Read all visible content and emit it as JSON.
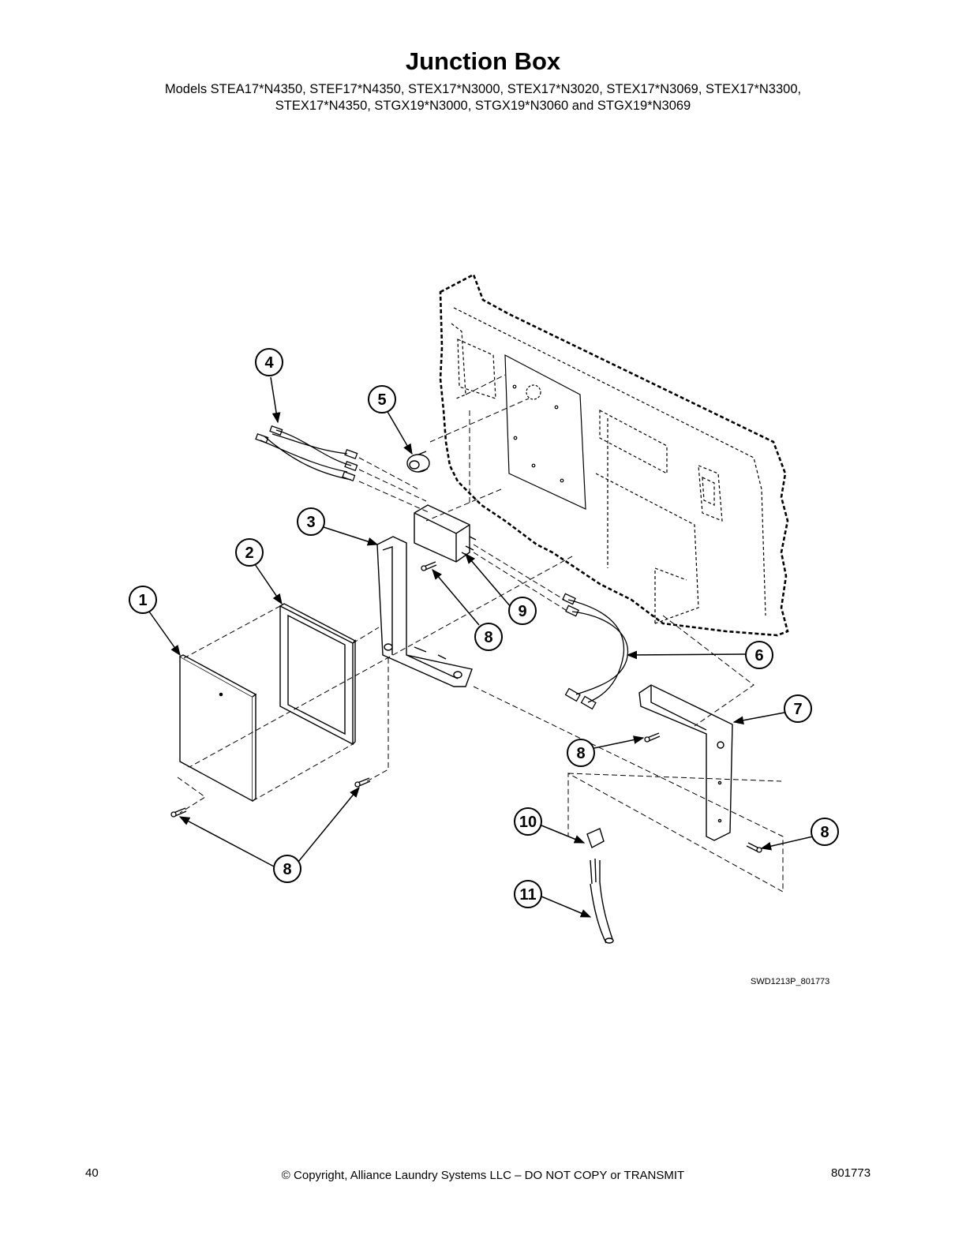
{
  "header": {
    "title": "Junction Box",
    "models_line1": "Models STEA17*N4350, STEF17*N4350, STEX17*N3000, STEX17*N3020, STEX17*N3069, STEX17*N3300,",
    "models_line2": "STEX17*N4350, STGX19*N3000, STGX19*N3060 and STGX19*N3069"
  },
  "callouts": {
    "c1": "1",
    "c2": "2",
    "c3": "3",
    "c4": "4",
    "c5": "5",
    "c6": "6",
    "c7": "7",
    "c8a": "8",
    "c8b": "8",
    "c8c": "8",
    "c8d": "8",
    "c9": "9",
    "c10": "10",
    "c11": "11"
  },
  "figure_id": "SWD1213P_801773",
  "footer": {
    "page_number": "40",
    "copyright": "© Copyright, Alliance Laundry Systems LLC – DO NOT COPY or TRANSMIT",
    "doc_number": "801773"
  }
}
